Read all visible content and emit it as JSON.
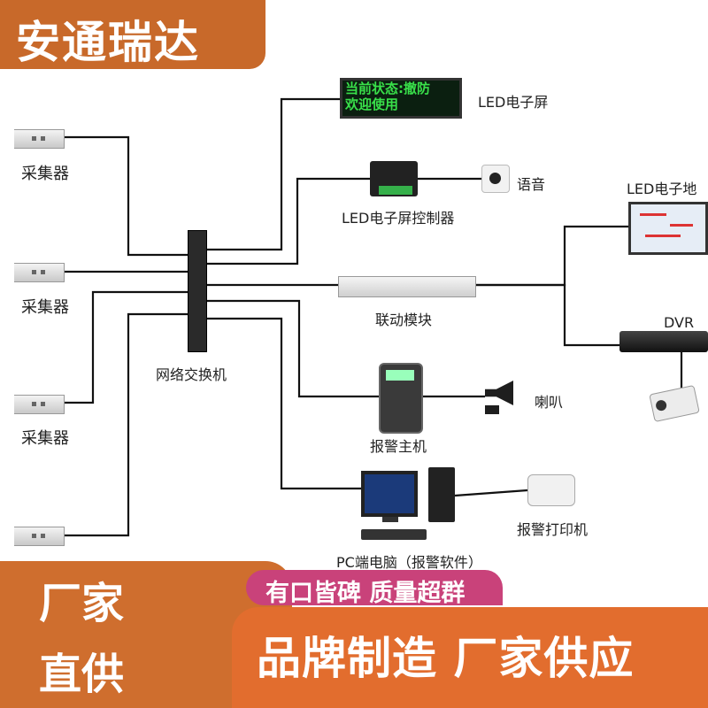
{
  "brand": {
    "name": "安通瑞达",
    "color": "#c8692a"
  },
  "devices": {
    "collector_label": "采集器",
    "led_screen": {
      "lines": [
        "当前状态:撤防",
        "欢迎使用"
      ],
      "label": "LED电子屏"
    },
    "led_controller": {
      "label": "LED电子屏控制器"
    },
    "voice": {
      "label": "语音"
    },
    "switch": {
      "label": "网络交换机"
    },
    "link_module": {
      "label": "联动模块"
    },
    "led_map": {
      "label": "LED电子地"
    },
    "dvr": {
      "label": "DVR"
    },
    "alarm_host": {
      "label": "报警主机"
    },
    "horn": {
      "label": "喇叭"
    },
    "pc": {
      "label": "PC端电脑（报警软件）"
    },
    "printer": {
      "label": "报警打印机"
    }
  },
  "promo": {
    "left_line1": "厂家",
    "left_line2": "直供",
    "tag": "有口皆碑 质量超群",
    "main": "品牌制造 厂家供应",
    "colors": {
      "orange": "#cf6e2e",
      "pink": "#c9427a"
    }
  }
}
